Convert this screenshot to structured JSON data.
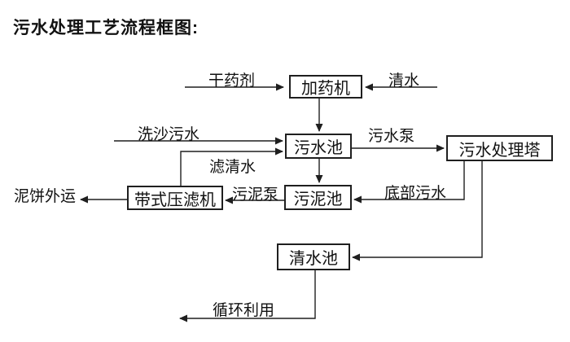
{
  "title": "污水处理工艺流程框图:",
  "diagram_type": "flowchart",
  "colors": {
    "background": "#ffffff",
    "line": "#1f1f1f",
    "text": "#111111"
  },
  "nodes": {
    "dosing_machine": "加药机",
    "sewage_pool": "污水池",
    "sewage_treatment_tower": "污水处理塔",
    "sludge_pool": "污泥池",
    "belt_filter_press": "带式压滤机",
    "clean_water_pool": "清水池"
  },
  "edge_labels": {
    "dry_agent": "干药剂",
    "clean_water": "清水",
    "sand_washing_sewage": "洗沙污水",
    "filtered_clean_water": "滤清水",
    "sewage_pump": "污水泵",
    "bottom_sewage": "底部污水",
    "sludge_pump": "污泥泵",
    "mud_cake_transport": "泥饼外运",
    "recycling_use": "循环利用"
  },
  "edges": [
    {
      "from": "dry_agent_source",
      "to": "dosing_machine",
      "label": "干药剂"
    },
    {
      "from": "clean_water_source",
      "to": "dosing_machine",
      "label": "清水"
    },
    {
      "from": "dosing_machine",
      "to": "sewage_pool",
      "label": ""
    },
    {
      "from": "sand_washing_source",
      "to": "sewage_pool",
      "label": "洗沙污水"
    },
    {
      "from": "belt_filter_press",
      "to": "sewage_pool",
      "label": "滤清水"
    },
    {
      "from": "sewage_pool",
      "to": "sewage_treatment_tower",
      "label": "污水泵"
    },
    {
      "from": "sewage_pool",
      "to": "sludge_pool",
      "label": ""
    },
    {
      "from": "sewage_treatment_tower",
      "to": "sludge_pool",
      "label": "底部污水"
    },
    {
      "from": "sludge_pool",
      "to": "belt_filter_press",
      "label": "污泥泵"
    },
    {
      "from": "belt_filter_press",
      "to": "mud_cake_out",
      "label": "泥饼外运"
    },
    {
      "from": "sewage_treatment_tower",
      "to": "clean_water_pool",
      "label": ""
    },
    {
      "from": "clean_water_pool",
      "to": "recycling",
      "label": "循环利用"
    }
  ]
}
